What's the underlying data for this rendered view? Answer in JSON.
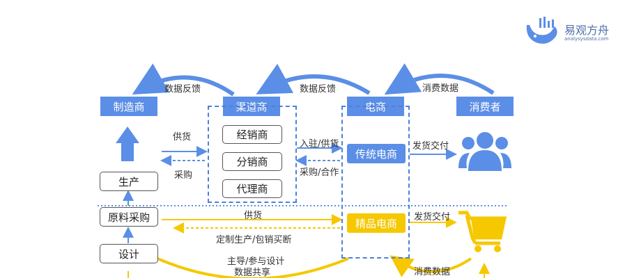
{
  "logo": {
    "name": "易观方舟",
    "url": "analysysdata.com"
  },
  "nodes": {
    "manufacturer": "制造商",
    "channel": "渠道商",
    "ecommerce": "电商",
    "consumer": "消费者",
    "distributor": "经销商",
    "sub_distributor": "分销商",
    "agent": "代理商",
    "traditional_ecom": "传统电商",
    "premium_ecom": "精品电商",
    "production": "生产",
    "raw_purchase": "原料采购",
    "design": "设计"
  },
  "edges": {
    "feedback_1": "数据反馈",
    "feedback_2": "数据反馈",
    "consume_data_top": "消费数据",
    "supply_1": "供货",
    "purchase": "采购",
    "settle_supply": "入驻/供货",
    "purchase_coop": "采购/合作",
    "ship_deliver_1": "发货交付",
    "supply_2": "供货",
    "custom_production": "定制生产/包销买断",
    "ship_deliver_2": "发货交付",
    "lead_participate": "主导/参与设计",
    "data_share": "数据共享",
    "consume_data_bottom": "消费数据"
  },
  "colors": {
    "blue": "#5b8ee6",
    "gold": "#f5c800",
    "dash_blue": "#4f7fdc"
  }
}
